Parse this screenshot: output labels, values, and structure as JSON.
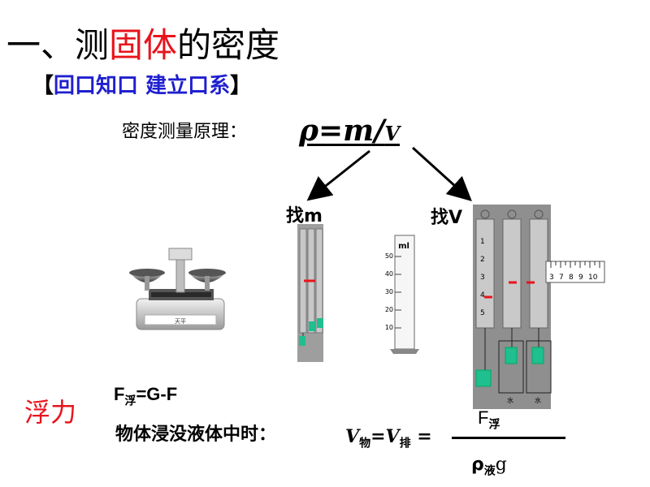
{
  "title": {
    "prefix": "一、测",
    "highlight": "固体",
    "suffix": "的密度"
  },
  "subtitle": {
    "open": "【",
    "text": "回口知口  建立口系",
    "close": "】"
  },
  "principle": {
    "label": "密度测量原理：",
    "formula_rho_m": "ρ=m/",
    "formula_v": "V"
  },
  "find_m": "找m",
  "find_v": "找V",
  "cylinder": {
    "unit": "ml",
    "ticks": [
      "50",
      "40",
      "30",
      "20",
      "10"
    ]
  },
  "ruler": {
    "ticks": [
      "3",
      "7",
      "8",
      "9",
      "10"
    ]
  },
  "balance": {
    "plate_text": "天平"
  },
  "spring_scale": {
    "ticks": [
      "1",
      "2",
      "3",
      "4",
      "5"
    ],
    "water_label": "水"
  },
  "buoyancy": {
    "label": "浮力",
    "formula": {
      "f": "F",
      "sub": "浮",
      "rest": "=G-F"
    },
    "immersed_text": "物体浸没液体中时：",
    "vol_eq": {
      "v1": "V",
      "sub1": "物",
      "eq1": "=",
      "v2": "V",
      "sub2": "排",
      "eq2": " ="
    },
    "numerator": {
      "f": "F",
      "sub": "浮"
    },
    "denominator": {
      "rho": "ρ",
      "sub": "液",
      "g": "g"
    }
  },
  "colors": {
    "red": "#e8141c",
    "blue": "#1f1fd0"
  }
}
